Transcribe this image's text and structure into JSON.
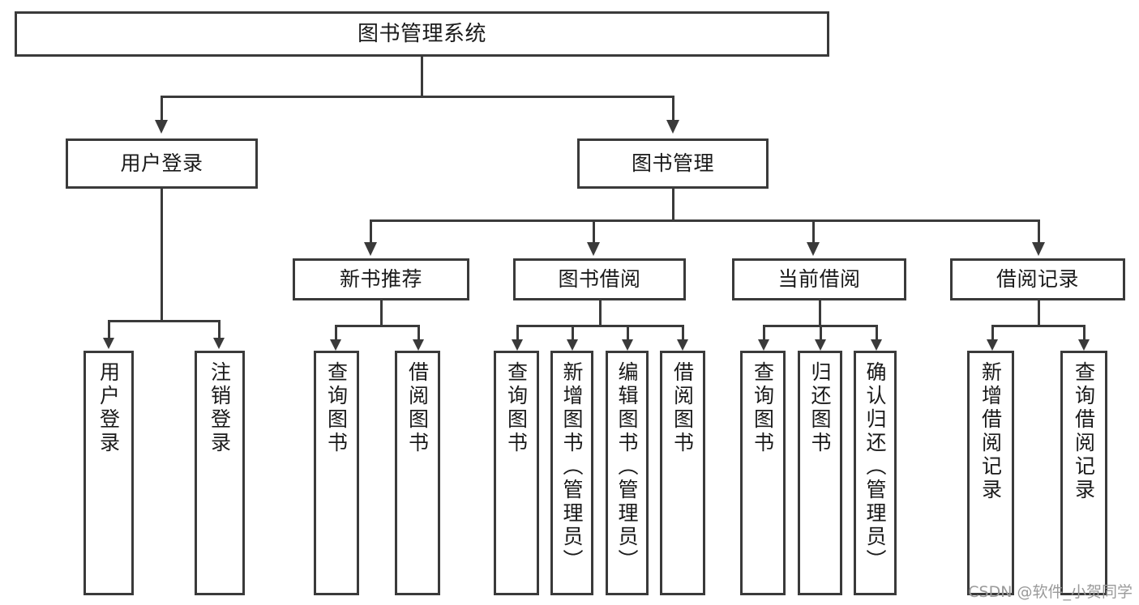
{
  "diagram": {
    "title": "图书管理系统",
    "type": "hierarchy-tree",
    "background_color": "#ffffff",
    "node_fill": "#ffffff",
    "node_border_color": "#3a3a3a",
    "text_color": "#1a1a1a"
  },
  "root": {
    "label": "图书管理系统"
  },
  "level2": [
    {
      "label": "用户登录"
    },
    {
      "label": "图书管理"
    }
  ],
  "level3": [
    {
      "label": "新书推荐"
    },
    {
      "label": "图书借阅"
    },
    {
      "label": "当前借阅"
    },
    {
      "label": "借阅记录"
    }
  ],
  "leaves": {
    "user_login": [
      {
        "label": "用户登录"
      },
      {
        "label": "注销登录"
      }
    ],
    "new_book_recommend": [
      {
        "label": "查询图书"
      },
      {
        "label": "借阅图书"
      }
    ],
    "book_borrow": [
      {
        "label": "查询图书"
      },
      {
        "label": "新增图书（管理员）"
      },
      {
        "label": "编辑图书（管理员）"
      },
      {
        "label": "借阅图书"
      }
    ],
    "current_borrow": [
      {
        "label": "查询图书"
      },
      {
        "label": "归还图书"
      },
      {
        "label": "确认归还（管理员）"
      }
    ],
    "borrow_record": [
      {
        "label": "新增借阅记录"
      },
      {
        "label": "查询借阅记录"
      }
    ]
  },
  "watermark": {
    "text": "CSDN @软件_小贺同学"
  }
}
